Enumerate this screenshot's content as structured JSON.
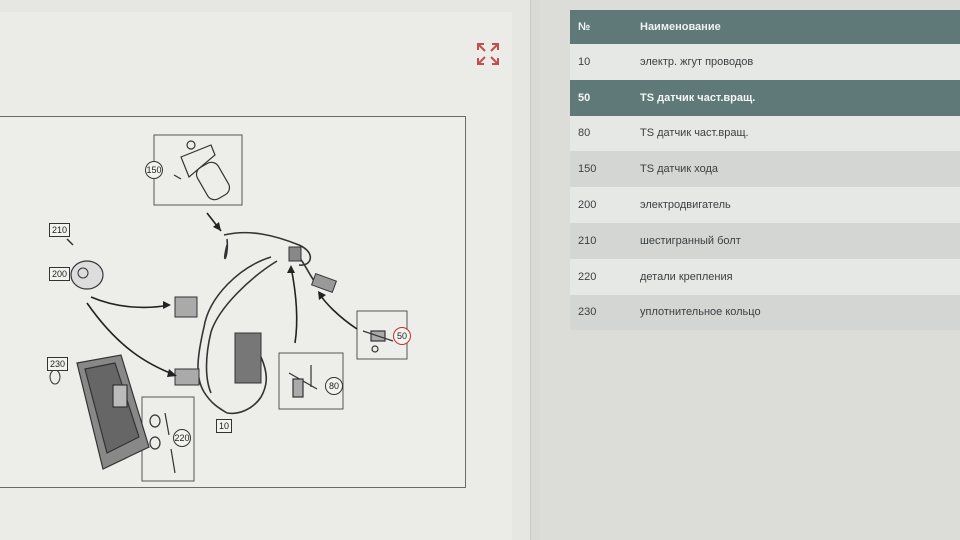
{
  "diagram": {
    "callouts": {
      "c150": "150",
      "c210": "210",
      "c200": "200",
      "c230": "230",
      "c220": "220",
      "c10": "10",
      "c80": "80",
      "c50": "50"
    }
  },
  "parts_table": {
    "headers": {
      "number": "№",
      "name": "Наименование"
    },
    "rows": [
      {
        "number": "10",
        "name": "электр. жгут проводов"
      },
      {
        "number": "50",
        "name": "TS датчик част.вращ."
      },
      {
        "number": "80",
        "name": "TS датчик част.вращ."
      },
      {
        "number": "150",
        "name": "TS датчик хода"
      },
      {
        "number": "200",
        "name": "электродвигатель"
      },
      {
        "number": "210",
        "name": "шестигранный болт"
      },
      {
        "number": "220",
        "name": "детали крепления"
      },
      {
        "number": "230",
        "name": "уплотнительное кольцо"
      }
    ],
    "selected_number": "50"
  },
  "colors": {
    "header_bg": "#5f7878",
    "selected_row_bg": "#5f7878",
    "fullscreen_icon": "#c0504d",
    "highlight_callout": "#b33333"
  },
  "icons": {
    "fullscreen": "expand-arrows-icon"
  }
}
